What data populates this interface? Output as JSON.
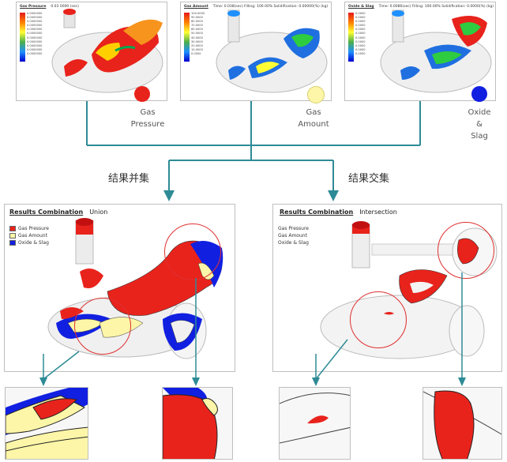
{
  "thumbnails": [
    {
      "header_title": "Gas Pressure",
      "header_info": "0.03 0000 (sec)",
      "legend_values": [
        "0.0000000",
        "0.0000000",
        "0.0000000",
        "0.0000000",
        "0.0000000",
        "0.0000000",
        "0.0000000",
        "0.0000000",
        "0.0000000",
        "0.0000000",
        "0.0000000"
      ]
    },
    {
      "header_title": "Gas Amount",
      "header_info": "Time: 0.038(sec)  Filling: 100.00%  Solidification: 0.00000(%)  (kg)",
      "legend_values": [
        "100.0000",
        "90.0000",
        "80.0000",
        "70.0000",
        "60.0000",
        "50.0000",
        "40.0000",
        "30.0000",
        "20.0000",
        "10.0000",
        "0.0000"
      ]
    },
    {
      "header_title": "Oxide & Slag",
      "header_info": "Time: 0.0086(sec)  Filling: 100.00%  Solidification: 0.0000(%)  (kg)",
      "legend_values": [
        "0.0000",
        "0.0000",
        "0.0000",
        "0.0000",
        "0.0000",
        "0.0000",
        "0.0000",
        "0.0000",
        "0.0000",
        "0.0000",
        "0.0000"
      ]
    }
  ],
  "categories": [
    {
      "label": "Gas\nPressure",
      "color": "#e8231c"
    },
    {
      "label": "Gas\nAmount",
      "color": "#fdf6a8"
    },
    {
      "label": "Oxide\n&\nSlag",
      "color": "#1120e0"
    }
  ],
  "sections": {
    "union": "结果并集",
    "intersection": "结果交集"
  },
  "union_panel": {
    "title": "Results Combination",
    "mode": "Union",
    "legend": [
      {
        "label": "Gas Pressure",
        "color": "#e8231c"
      },
      {
        "label": "Gas Amount",
        "color": "#fdf6a8"
      },
      {
        "label": "Oxide & Slag",
        "color": "#1120e0"
      }
    ]
  },
  "intersection_panel": {
    "title": "Results Combination",
    "mode": "Intersection",
    "legend": [
      {
        "label": "Gas Pressure"
      },
      {
        "label": "Gas Amount"
      },
      {
        "label": "Oxide & Slag"
      }
    ]
  },
  "colors": {
    "connector": "#2e8b96",
    "highlight": "#e03030",
    "pressure": "#e8231c",
    "amount": "#fdf6a8",
    "slag": "#1120e0"
  }
}
